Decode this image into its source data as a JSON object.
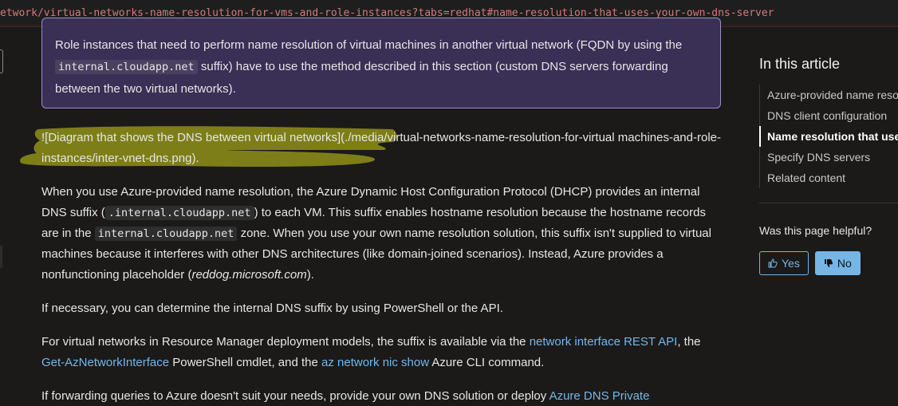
{
  "browser": {
    "url": "etwork/virtual-networks-name-resolution-for-vms-and-role-instances?tabs=redhat#name-resolution-that-uses-your-own-dns-server"
  },
  "note": {
    "text_1": "Role instances that need to perform name resolution of virtual machines in another virtual network (FQDN by using the ",
    "code_1": "internal.cloudapp.net",
    "text_2": " suffix) have to use the method described in this section (custom DNS servers forwarding between the two virtual networks)."
  },
  "image_markdown": {
    "text": "![Diagram that shows the DNS between virtual networks](./media/virtual-networks-name-resolution-for-virtual machines-and-role-instances/inter-vnet-dns.png)."
  },
  "para1": {
    "t1": "When you use Azure-provided name resolution, the Azure Dynamic Host Configuration Protocol (DHCP) provides an internal DNS suffix (",
    "c1": ".internal.cloudapp.net",
    "t2": ") to each VM. This suffix enables hostname resolution because the hostname records are in the ",
    "c2": "internal.cloudapp.net",
    "t3": " zone. When you use your own name resolution solution, this suffix isn't supplied to virtual machines because it interferes with other DNS architectures (like domain-joined scenarios). Instead, Azure provides a nonfunctioning placeholder (",
    "em": "reddog.microsoft.com",
    "t4": ")."
  },
  "para2": {
    "text": "If necessary, you can determine the internal DNS suffix by using PowerShell or the API."
  },
  "para3": {
    "t1": "For virtual networks in Resource Manager deployment models, the suffix is available via the ",
    "link1": "network interface REST API",
    "t2": ", the ",
    "link2": "Get-AzNetworkInterface",
    "t3": " PowerShell cmdlet, and the ",
    "link3": "az network nic show",
    "t4": " Azure CLI command."
  },
  "para4": {
    "t1": "If forwarding queries to Azure doesn't suit your needs, provide your own DNS solution or deploy ",
    "link1": "Azure DNS Private"
  },
  "sidebar": {
    "title": "In this article",
    "toc": [
      "Azure-provided name resolution",
      "DNS client configuration",
      "Name resolution that uses your own DNS server",
      "Specify DNS servers",
      "Related content"
    ],
    "helpful_question": "Was this page helpful?",
    "yes_label": "Yes",
    "no_label": "No"
  },
  "colors": {
    "background": "#1b1a19",
    "note_background": "#3a2f55",
    "link": "#75b6e7",
    "highlighter": "#8a8a1a",
    "url_text": "#d17a7a"
  }
}
